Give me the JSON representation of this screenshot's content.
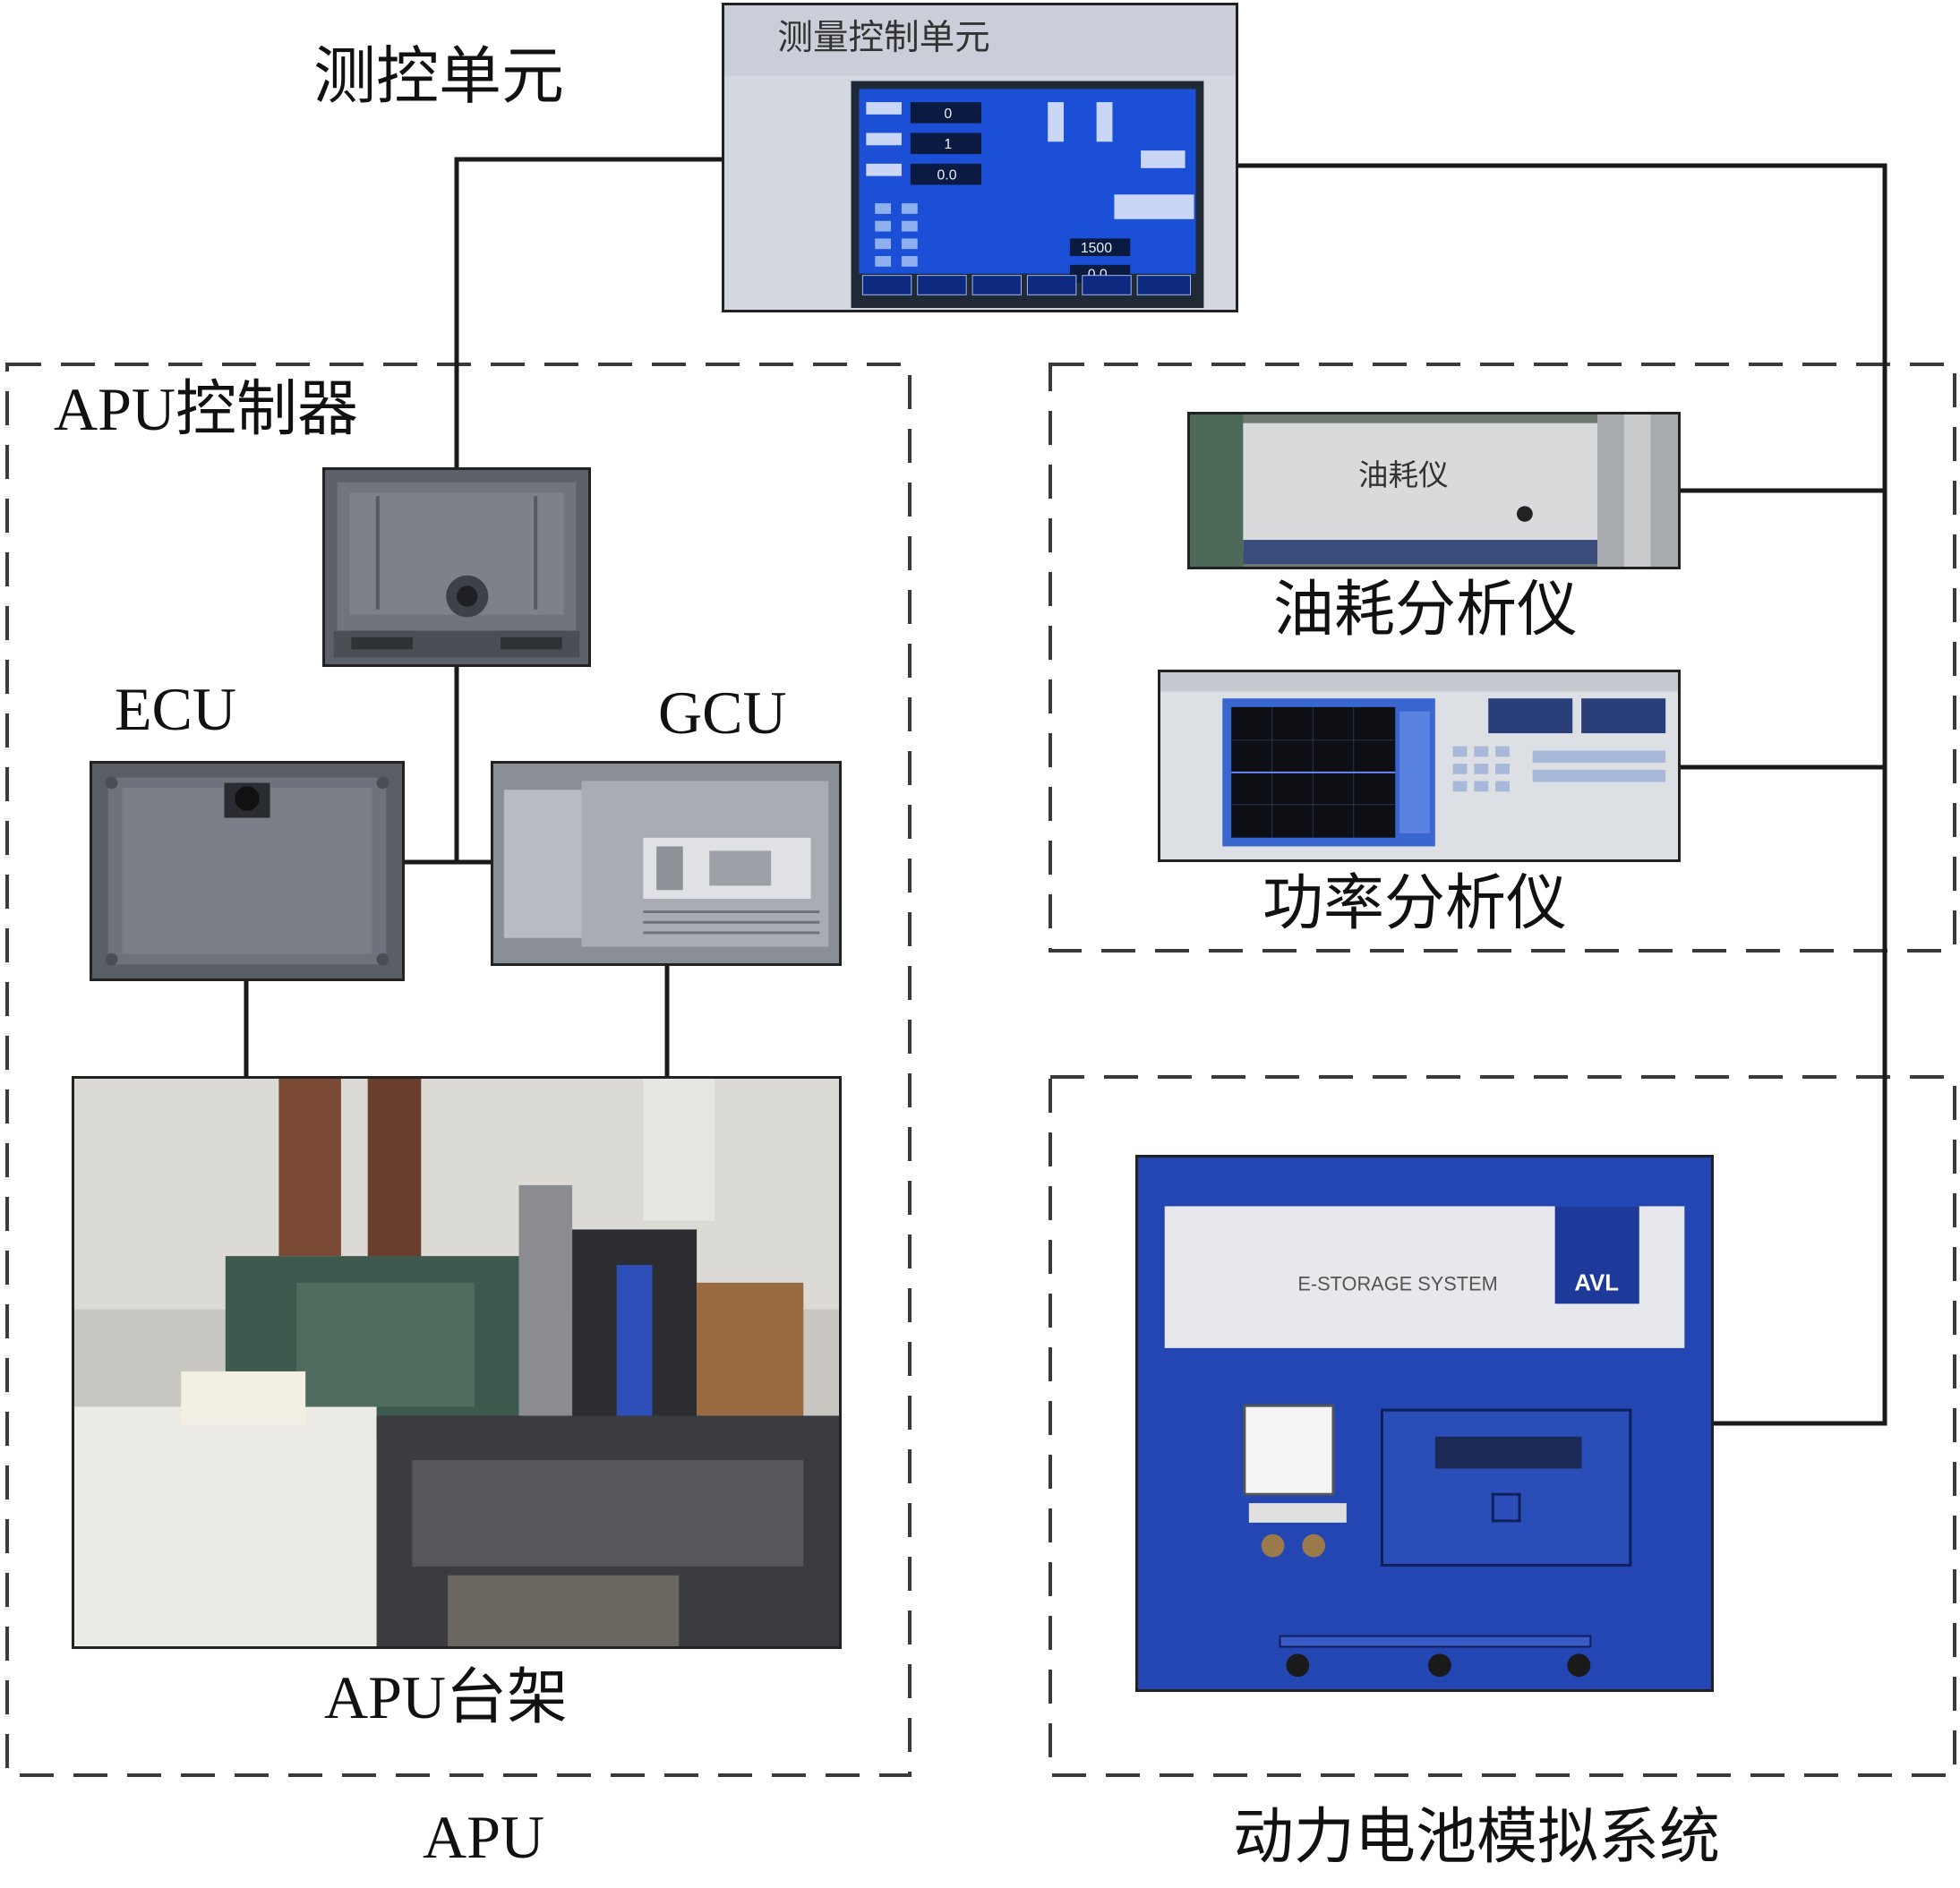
{
  "labels": {
    "control_unit": "测控单元",
    "control_panel_caption": "测量控制单元",
    "apu_controller": "APU控制器",
    "ecu": "ECU",
    "gcu": "GCU",
    "apu_rig": "APU台架",
    "apu_group": "APU",
    "fuel_analyzer": "油耗分析仪",
    "fuel_plate": "油耗仪",
    "power_analyzer": "功率分析仪",
    "battery_system": "动力电池模拟系统",
    "battery_panel": "E-STORAGE SYSTEM",
    "battery_brand": "AVL"
  },
  "screen_readouts": [
    "0",
    "1",
    "0.0",
    "1500",
    "0.0"
  ],
  "colors": {
    "line": "#1a1a1a",
    "dash": "#3a3a3a",
    "screen_blue": "#1a4fd6",
    "cabinet_blue": "#2346b3"
  }
}
